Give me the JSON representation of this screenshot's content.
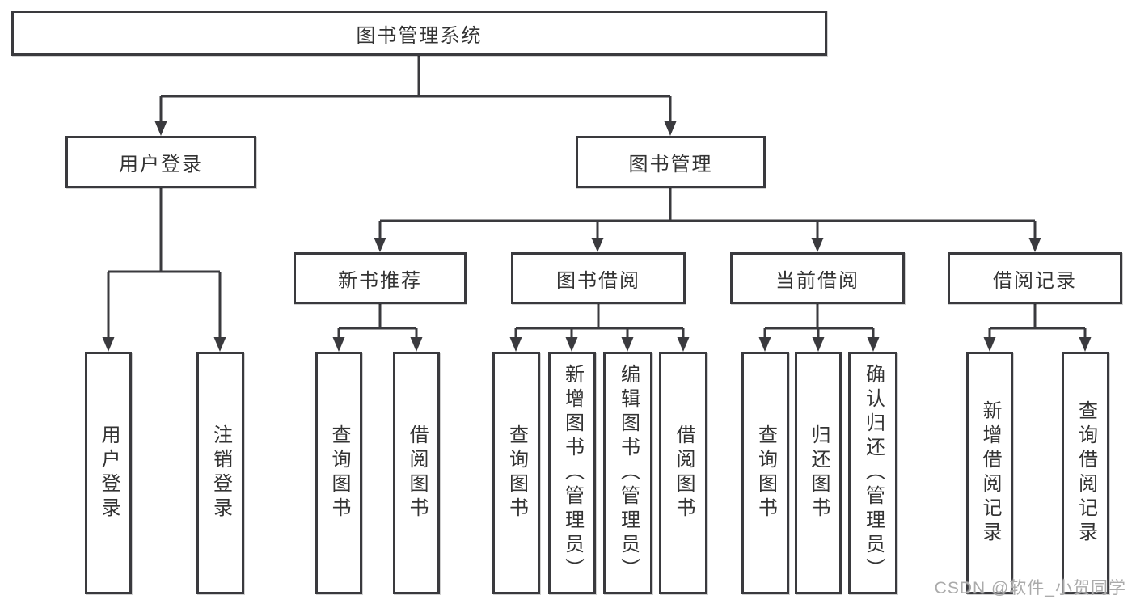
{
  "tree": {
    "label": "图书管理系统",
    "children": [
      {
        "label": "用户登录",
        "children": [
          {
            "label": "用户登录"
          },
          {
            "label": "注销登录"
          }
        ]
      },
      {
        "label": "图书管理",
        "children": [
          {
            "label": "新书推荐",
            "children": [
              {
                "label": "查询图书"
              },
              {
                "label": "借阅图书"
              }
            ]
          },
          {
            "label": "图书借阅",
            "children": [
              {
                "label": "查询图书"
              },
              {
                "label": "新增图书（管理员）"
              },
              {
                "label": "编辑图书（管理员）"
              },
              {
                "label": "借阅图书"
              }
            ]
          },
          {
            "label": "当前借阅",
            "children": [
              {
                "label": "查询图书"
              },
              {
                "label": "归还图书"
              },
              {
                "label": "确认归还（管理员）"
              }
            ]
          },
          {
            "label": "借阅记录",
            "children": [
              {
                "label": "新增借阅记录"
              },
              {
                "label": "查询借阅记录"
              }
            ]
          }
        ]
      }
    ]
  },
  "watermark": {
    "text": "CSDN @软件_小贺同学"
  },
  "colors": {
    "line": "#3a3a3e",
    "text": "#333333",
    "watermark": "#ababab",
    "background": "#ffffff"
  }
}
